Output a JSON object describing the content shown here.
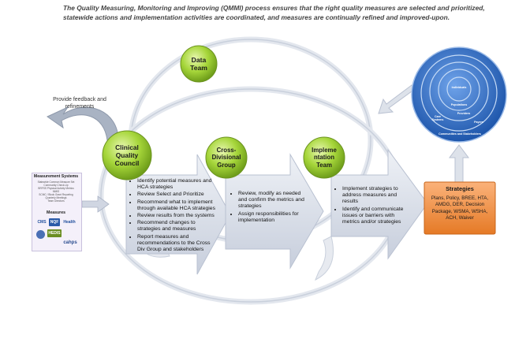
{
  "intro_text": "The Quality Measuring, Monitoring and Improving (QMMI) process ensures that the right quality measures are selected and prioritized, statewide actions and implementation activities are coordinated, and measures are continually refined and improved-upon.",
  "colors": {
    "bubble_green": "#9acd32",
    "arrow_fill": "#d6dbe6",
    "strategies_orange": "#f79646",
    "ring_blue": "#2f6dc4",
    "measurement_box": "#f4f0fa"
  },
  "refinements_label": "Provide feedback and\nrefinements",
  "nodes": {
    "data_team": "Data\nTeam",
    "clinical_quality_council": "Clinical\nQuality\nCouncil",
    "cross_divisional_group": "Cross-\nDivisional\nGroup",
    "implementation_team": "Impleme\nntation\nTeam"
  },
  "measurement_systems": {
    "title": "Measurement Systems",
    "subtitle": "Statewide Common Measure Set\nCommunity Check-Up\nBRFSS Physical Activity Metrics\nMMIS\nSCMC / Block Grant Reporting\nQuarterly Meetings\nTeam Directors",
    "measures_title": "Measures",
    "logos": [
      "CMS",
      "NQF",
      "HEDIS",
      "Health",
      "cahps"
    ]
  },
  "panels": {
    "council_items": [
      "Identify potential measures and HCA strategies",
      "Review Select and Prioritize",
      "Recommend what to implement through available HCA strategies",
      "Review results from the systems",
      "Recommend changes to strategies and measures",
      "Report measures and recommendations to the Cross Div Group and stakeholders"
    ],
    "cross_div_items": [
      "Review, modify as needed and confirm the metrics and strategies",
      "Assign responsibilities for implementation"
    ],
    "implementation_items": [
      "Implement strategies to address measures and results",
      "Identify and communicate issues or barriers with metrics and/or strategies"
    ]
  },
  "strategies": {
    "title": "Strategies",
    "body": "Plans, Policy, BREE, HTA, AMDG, DER, Decision Package, WSMA, WSHA, ACH, Waiver"
  },
  "rings": {
    "individuals": "Individuals",
    "populations": "Populations",
    "providers": "Providers",
    "payers": "Payers",
    "care_systems": "Care\nSystems",
    "communities": "Communities and Stakeholders"
  }
}
